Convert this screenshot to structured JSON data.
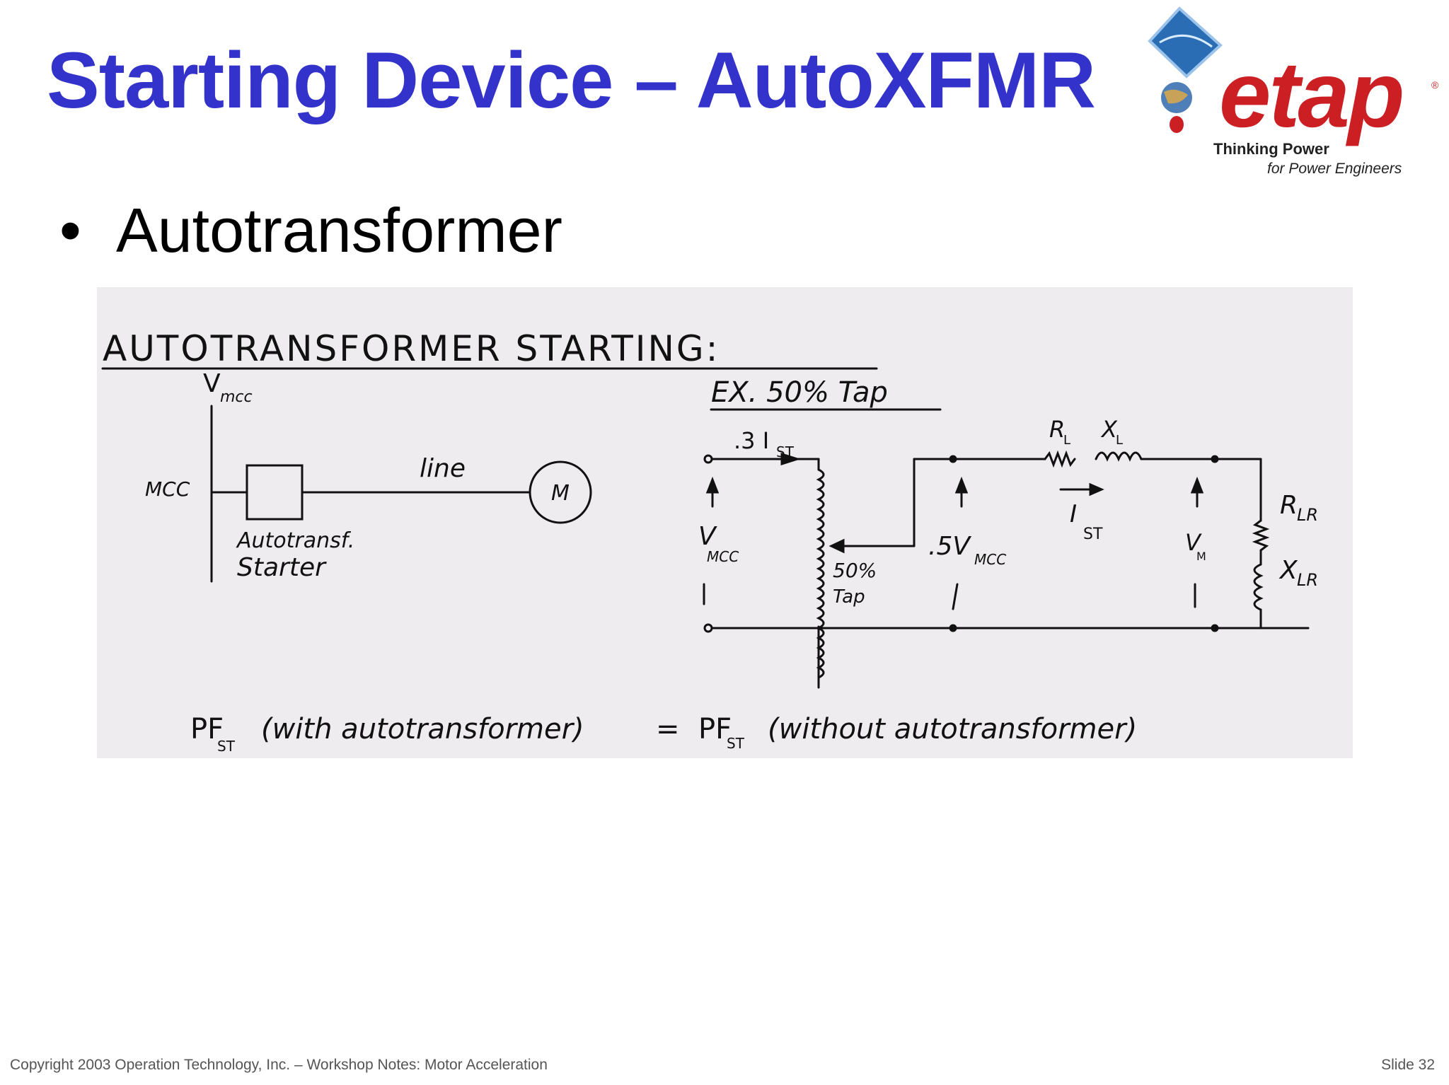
{
  "slide": {
    "title": "Starting Device – AutoXFMR",
    "bullet": "Autotransformer"
  },
  "logo": {
    "wordmark": "etap",
    "tagline_line1": "Thinking Power",
    "tagline_line2": "for Power Engineers",
    "registered": "®",
    "colors": {
      "wordmark": "#cc1f24",
      "title": "#3333cc"
    }
  },
  "diagram": {
    "heading": "AUTOTRANSFORMER STARTING:",
    "left_circuit": {
      "bus_label": "V",
      "bus_label_sub": "mcc",
      "mcc_label": "MCC",
      "line_label": "line",
      "motor_label": "M",
      "starter_label_1": "Autotransf.",
      "starter_label_2": "Starter"
    },
    "right_circuit": {
      "example_label": "EX.  50% Tap",
      "input_current": ".3 I",
      "input_current_sub": "ST",
      "source_voltage": "V",
      "source_voltage_sub": "MCC",
      "tap_label_1": "50%",
      "tap_label_2": "Tap",
      "mid_voltage": ".5V",
      "mid_voltage_sub": "MCC",
      "line_r": "R",
      "line_r_sub": "L",
      "line_x": "X",
      "line_x_sub": "L",
      "motor_current": "I",
      "motor_current_sub": "ST",
      "motor_voltage": "V",
      "motor_voltage_sub": "M",
      "locked_r": "R",
      "locked_r_sub": "LR",
      "locked_x": "X",
      "locked_x_sub": "LR"
    },
    "equation": {
      "lhs": "PF",
      "lhs_sub": "ST",
      "lhs_paren": "(with autotransformer)",
      "equals": "=",
      "rhs": "PF",
      "rhs_sub": "ST",
      "rhs_paren": "(without autotransformer)"
    }
  },
  "footer": {
    "copyright": "Copyright 2003 Operation Technology, Inc. – Workshop Notes: Motor Acceleration",
    "slide_number": "Slide 32"
  }
}
